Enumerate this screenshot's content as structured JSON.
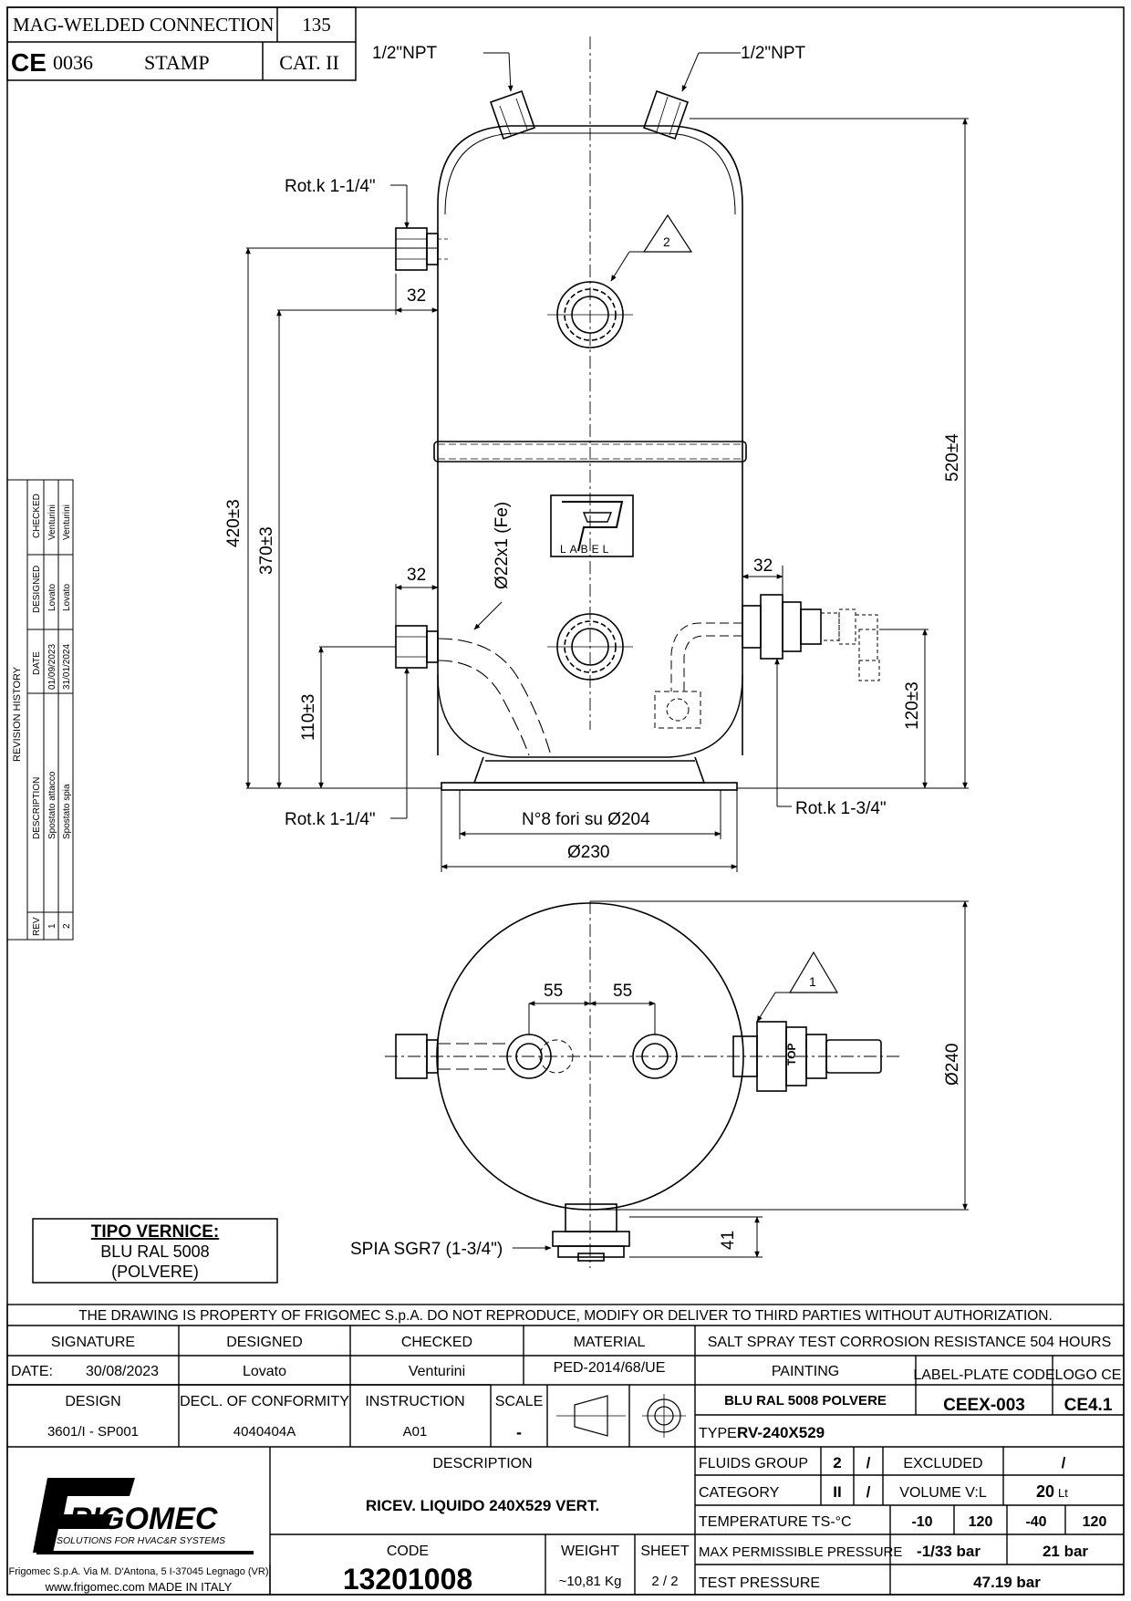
{
  "header": {
    "connection_label": "MAG-WELDED CONNECTION",
    "connection_value": "135",
    "ce_mark": "CE",
    "ce_number": "0036",
    "stamp": "STAMP",
    "category": "CAT. II"
  },
  "drawing_labels": {
    "npt_left": "1/2\"NPT",
    "npt_right": "1/2\"NPT",
    "rotk_top_left": "Rot.k 1-1/4\"",
    "rotk_bottom_left": "Rot.k 1-1/4\"",
    "rotk_bottom_right": "Rot.k 1-3/4\"",
    "pipe_label": "Ø22x1 (Fe)",
    "holes_label": "N°8 fori su Ø204",
    "base_diameter": "Ø230",
    "body_diameter": "Ø240",
    "spia_label": "SPIA SGR7 (1-3/4\")",
    "dim_32_top": "32",
    "dim_32_mid": "32",
    "dim_32_right": "32",
    "dim_420": "420±3",
    "dim_370": "370±3",
    "dim_110": "110±3",
    "dim_520": "520±4",
    "dim_120": "120±3",
    "dim_55_left": "55",
    "dim_55_right": "55",
    "dim_41": "41",
    "marker_2": "2",
    "marker_1": "1",
    "label_logo_text": "LABEL",
    "top_text": "TOP"
  },
  "revision_history": {
    "title": "REVISION HISTORY",
    "headers": [
      "REV",
      "DESCRIPTION",
      "DATE",
      "DESIGNED",
      "CHECKED"
    ],
    "rows": [
      {
        "rev": "1",
        "description": "Spostato attacco",
        "date": "01/09/2023",
        "designed": "Lovato",
        "checked": "Venturini"
      },
      {
        "rev": "2",
        "description": "Spostato spia",
        "date": "31/01/2024",
        "designed": "Lovato",
        "checked": "Venturini"
      }
    ]
  },
  "paint_box": {
    "title": "TIPO VERNICE:",
    "line1": "BLU RAL 5008",
    "line2": "(POLVERE)"
  },
  "title_block": {
    "property_notice": "THE DRAWING IS PROPERTY OF FRIGOMEC S.p.A. DO NOT REPRODUCE, MODIFY OR DELIVER TO THIRD PARTIES WITHOUT AUTHORIZATION.",
    "signature": "SIGNATURE",
    "designed_label": "DESIGNED",
    "checked_label": "CHECKED",
    "material_label": "MATERIAL",
    "salt_spray": "SALT SPRAY TEST CORROSION RESISTANCE 504 HOURS",
    "date_label": "DATE:",
    "date_value": "30/08/2023",
    "designed_value": "Lovato",
    "checked_value": "Venturini",
    "material_value": "PED-2014/68/UE",
    "painting_label": "PAINTING",
    "painting_value": "BLU RAL 5008 POLVERE",
    "label_plate_label": "LABEL-PLATE CODE",
    "label_plate_value": "CEEX-003",
    "logo_ce_label": "LOGO CE",
    "logo_ce_value": "CE4.1",
    "design_label": "DESIGN",
    "design_value": "3601/I - SP001",
    "decl_label": "DECL. OF CONFORMITY",
    "decl_value": "4040404A",
    "instruction_label": "INSTRUCTION",
    "instruction_value": "A01",
    "scale_label": "SCALE",
    "scale_value": "-",
    "type_label": "TYPE",
    "type_value": "RV-240X529",
    "description_label": "DESCRIPTION",
    "description_value": "RICEV. LIQUIDO 240X529 VERT.",
    "code_label": "CODE",
    "code_value": "13201008",
    "weight_label": "WEIGHT",
    "weight_value": "~10,81 Kg",
    "sheet_label": "SHEET",
    "sheet_value": "2 / 2",
    "company_name": "RIGOMEC",
    "company_tagline": "SOLUTIONS FOR HVAC&R SYSTEMS",
    "company_address": "Frigomec S.p.A. Via M. D'Antona, 5 I-37045 Legnago (VR)",
    "company_web": "www.frigomec.com MADE IN ITALY",
    "fluids_group_label": "FLUIDS GROUP",
    "fluids_group_value": "2",
    "fluids_group_slash": "/",
    "excluded_label": "EXCLUDED",
    "excluded_value": "/",
    "category_label": "CATEGORY",
    "category_value": "II",
    "category_slash": "/",
    "volume_label": "VOLUME V:L",
    "volume_value": "20",
    "volume_unit": "Lt",
    "temperature_label": "TEMPERATURE TS-°C",
    "temp_1": "-10",
    "temp_2": "120",
    "temp_3": "-40",
    "temp_4": "120",
    "max_pressure_label": "MAX PERMISSIBLE PRESSURE",
    "max_pressure_1": "-1/33 bar",
    "max_pressure_2": "21 bar",
    "test_pressure_label": "TEST PRESSURE",
    "test_pressure_value": "47.19 bar"
  }
}
